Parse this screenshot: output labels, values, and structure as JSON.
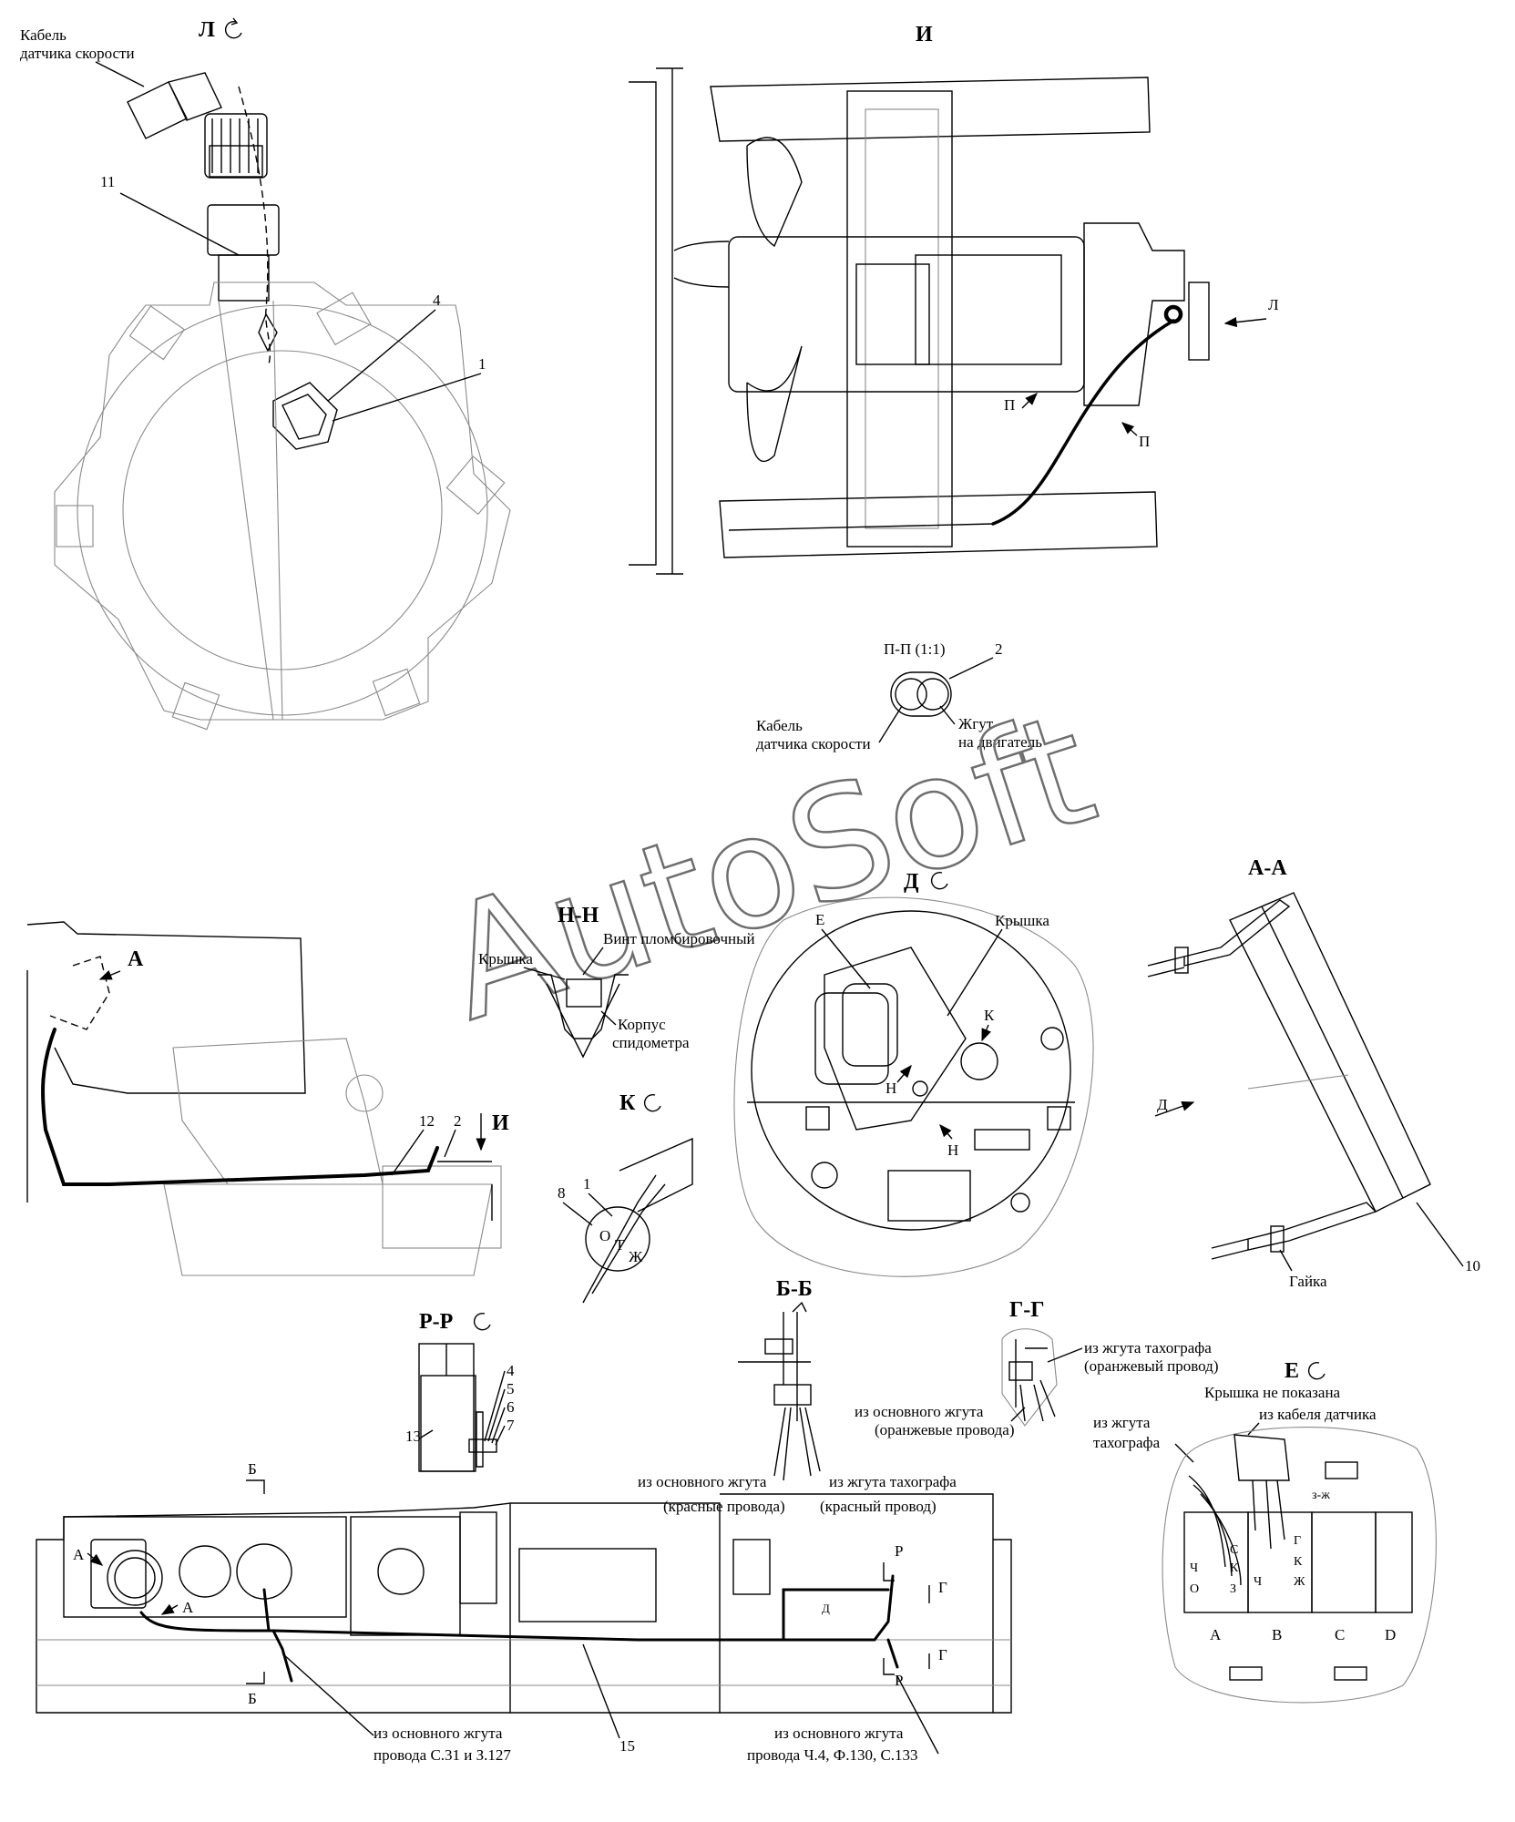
{
  "watermark": "AutoSoft",
  "view_L": {
    "title": "Л",
    "speed_cable": "Кабель\nдатчика скорости",
    "positions": [
      "11",
      "4",
      "1"
    ]
  },
  "view_I": {
    "title": "И",
    "arrow_L": "Л",
    "arrow_P1": "П",
    "arrow_P2": "П"
  },
  "section_PP": {
    "title": "П-П (1:1)",
    "position": "2",
    "speed_cable": "Кабель\nдатчика скорости",
    "engine_harness": "Жгут\nна двигатель"
  },
  "section_NN": {
    "title": "Н-Н",
    "seal_screw": "Винт пломбировочный",
    "cover": "Крышка",
    "housing": "Корпус\nспидометра"
  },
  "view_D": {
    "title": "Д",
    "e_label": "Е",
    "cover": "Крышка",
    "k_label": "К",
    "n1": "Н",
    "n2": "Н"
  },
  "section_AA": {
    "title": "А-А",
    "d_arrow": "Д",
    "nut": "Гайка",
    "position": "10"
  },
  "cab_view": {
    "a_label": "А",
    "positions": [
      "12",
      "2"
    ],
    "i_arrow": "И"
  },
  "view_K": {
    "title": "К",
    "positions": [
      "8",
      "1"
    ],
    "seal_letters": [
      "О",
      "Т",
      "Ж"
    ]
  },
  "section_RR": {
    "title": "Р-Р",
    "positions": [
      "4",
      "5",
      "6",
      "7",
      "13"
    ]
  },
  "section_BB": {
    "title": "Б-Б",
    "main_harness": "из основного жгута\n(красные провода)",
    "tacho_harness": "из жгута тахографа\n(красный провод)"
  },
  "section_GG": {
    "title": "Г-Г",
    "tacho_harness": "из жгута тахографа\n(оранжевый провод)",
    "main_harness": "из основного жгута\n(оранжевые провода)"
  },
  "view_E": {
    "title": "Е",
    "cover_not_shown": "Крышка не показана",
    "from_sensor_cable": "из кабеля датчика",
    "from_tacho": "из жгута\nтахографа",
    "wire_code": "з-ж",
    "connectors": [
      "A",
      "B",
      "C",
      "D"
    ],
    "pins_A": [
      "С",
      "К",
      "Ч",
      "О",
      "З"
    ],
    "pins_B": [
      "Г",
      "К",
      "Ч",
      "Ж"
    ]
  },
  "dashboard": {
    "b_top": "Б",
    "b_bottom": "Б",
    "a1": "А",
    "a2": "А",
    "r_top": "Р",
    "r_bottom": "Р",
    "g_top": "Г",
    "g_bottom": "Г",
    "d_mark": "Д",
    "callout_left": "из основного жгута\nпровода С.31 и З.127",
    "position": "15",
    "callout_right": "из основного жгута\nпровода Ч.4, Ф.130, С.133"
  }
}
